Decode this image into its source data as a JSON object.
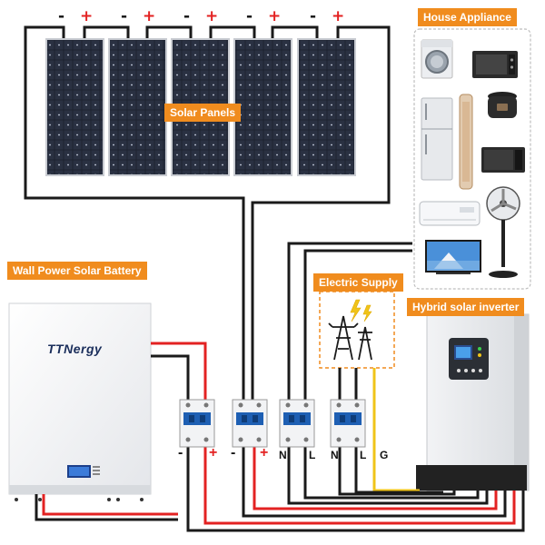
{
  "labels": {
    "solar_panels": "Solar Panels",
    "house_appliance": "House Appliance",
    "wall_battery": "Wall Power Solar Battery",
    "electric_supply": "Electric Supply",
    "hybrid_inverter": "Hybrid solar inverter"
  },
  "battery_brand": "TTNergy",
  "panel_terminals": {
    "minus": "-",
    "plus": "+"
  },
  "breaker_terminals": [
    "-",
    "+",
    "-",
    "+",
    "N",
    "L",
    "N",
    "L",
    "G"
  ],
  "icons": {
    "panel": "solar-panel-icon",
    "battery": "wall-battery-icon",
    "inverter": "hybrid-inverter-icon",
    "tower": "power-tower-icon",
    "breaker": "circuit-breaker-icon",
    "appliances": [
      "washing-machine-icon",
      "oven-icon",
      "fridge-icon",
      "air-purifier-icon",
      "rice-cooker-icon",
      "microwave-icon",
      "air-conditioner-icon",
      "fan-icon",
      "tv-icon"
    ]
  },
  "colors": {
    "accent_orange": "#f08c1e",
    "wire_black": "#1a1a1a",
    "wire_red": "#e32222",
    "wire_yellow": "#f0c419",
    "panel_blue": "#1c2433",
    "breaker_blue": "#1e5fb3"
  }
}
